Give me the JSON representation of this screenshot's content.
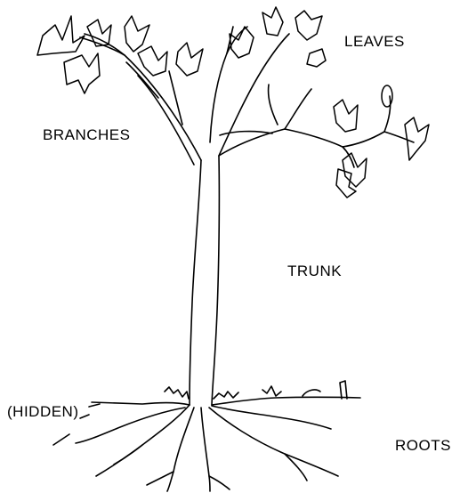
{
  "labels": {
    "leaves": "LEAVES",
    "branches": "BRANCHES",
    "trunk": "TRUNK",
    "hidden": "(HIDDEN)",
    "roots": "ROOTS"
  },
  "colors": {
    "ink": "#000000",
    "background": "#ffffff"
  }
}
